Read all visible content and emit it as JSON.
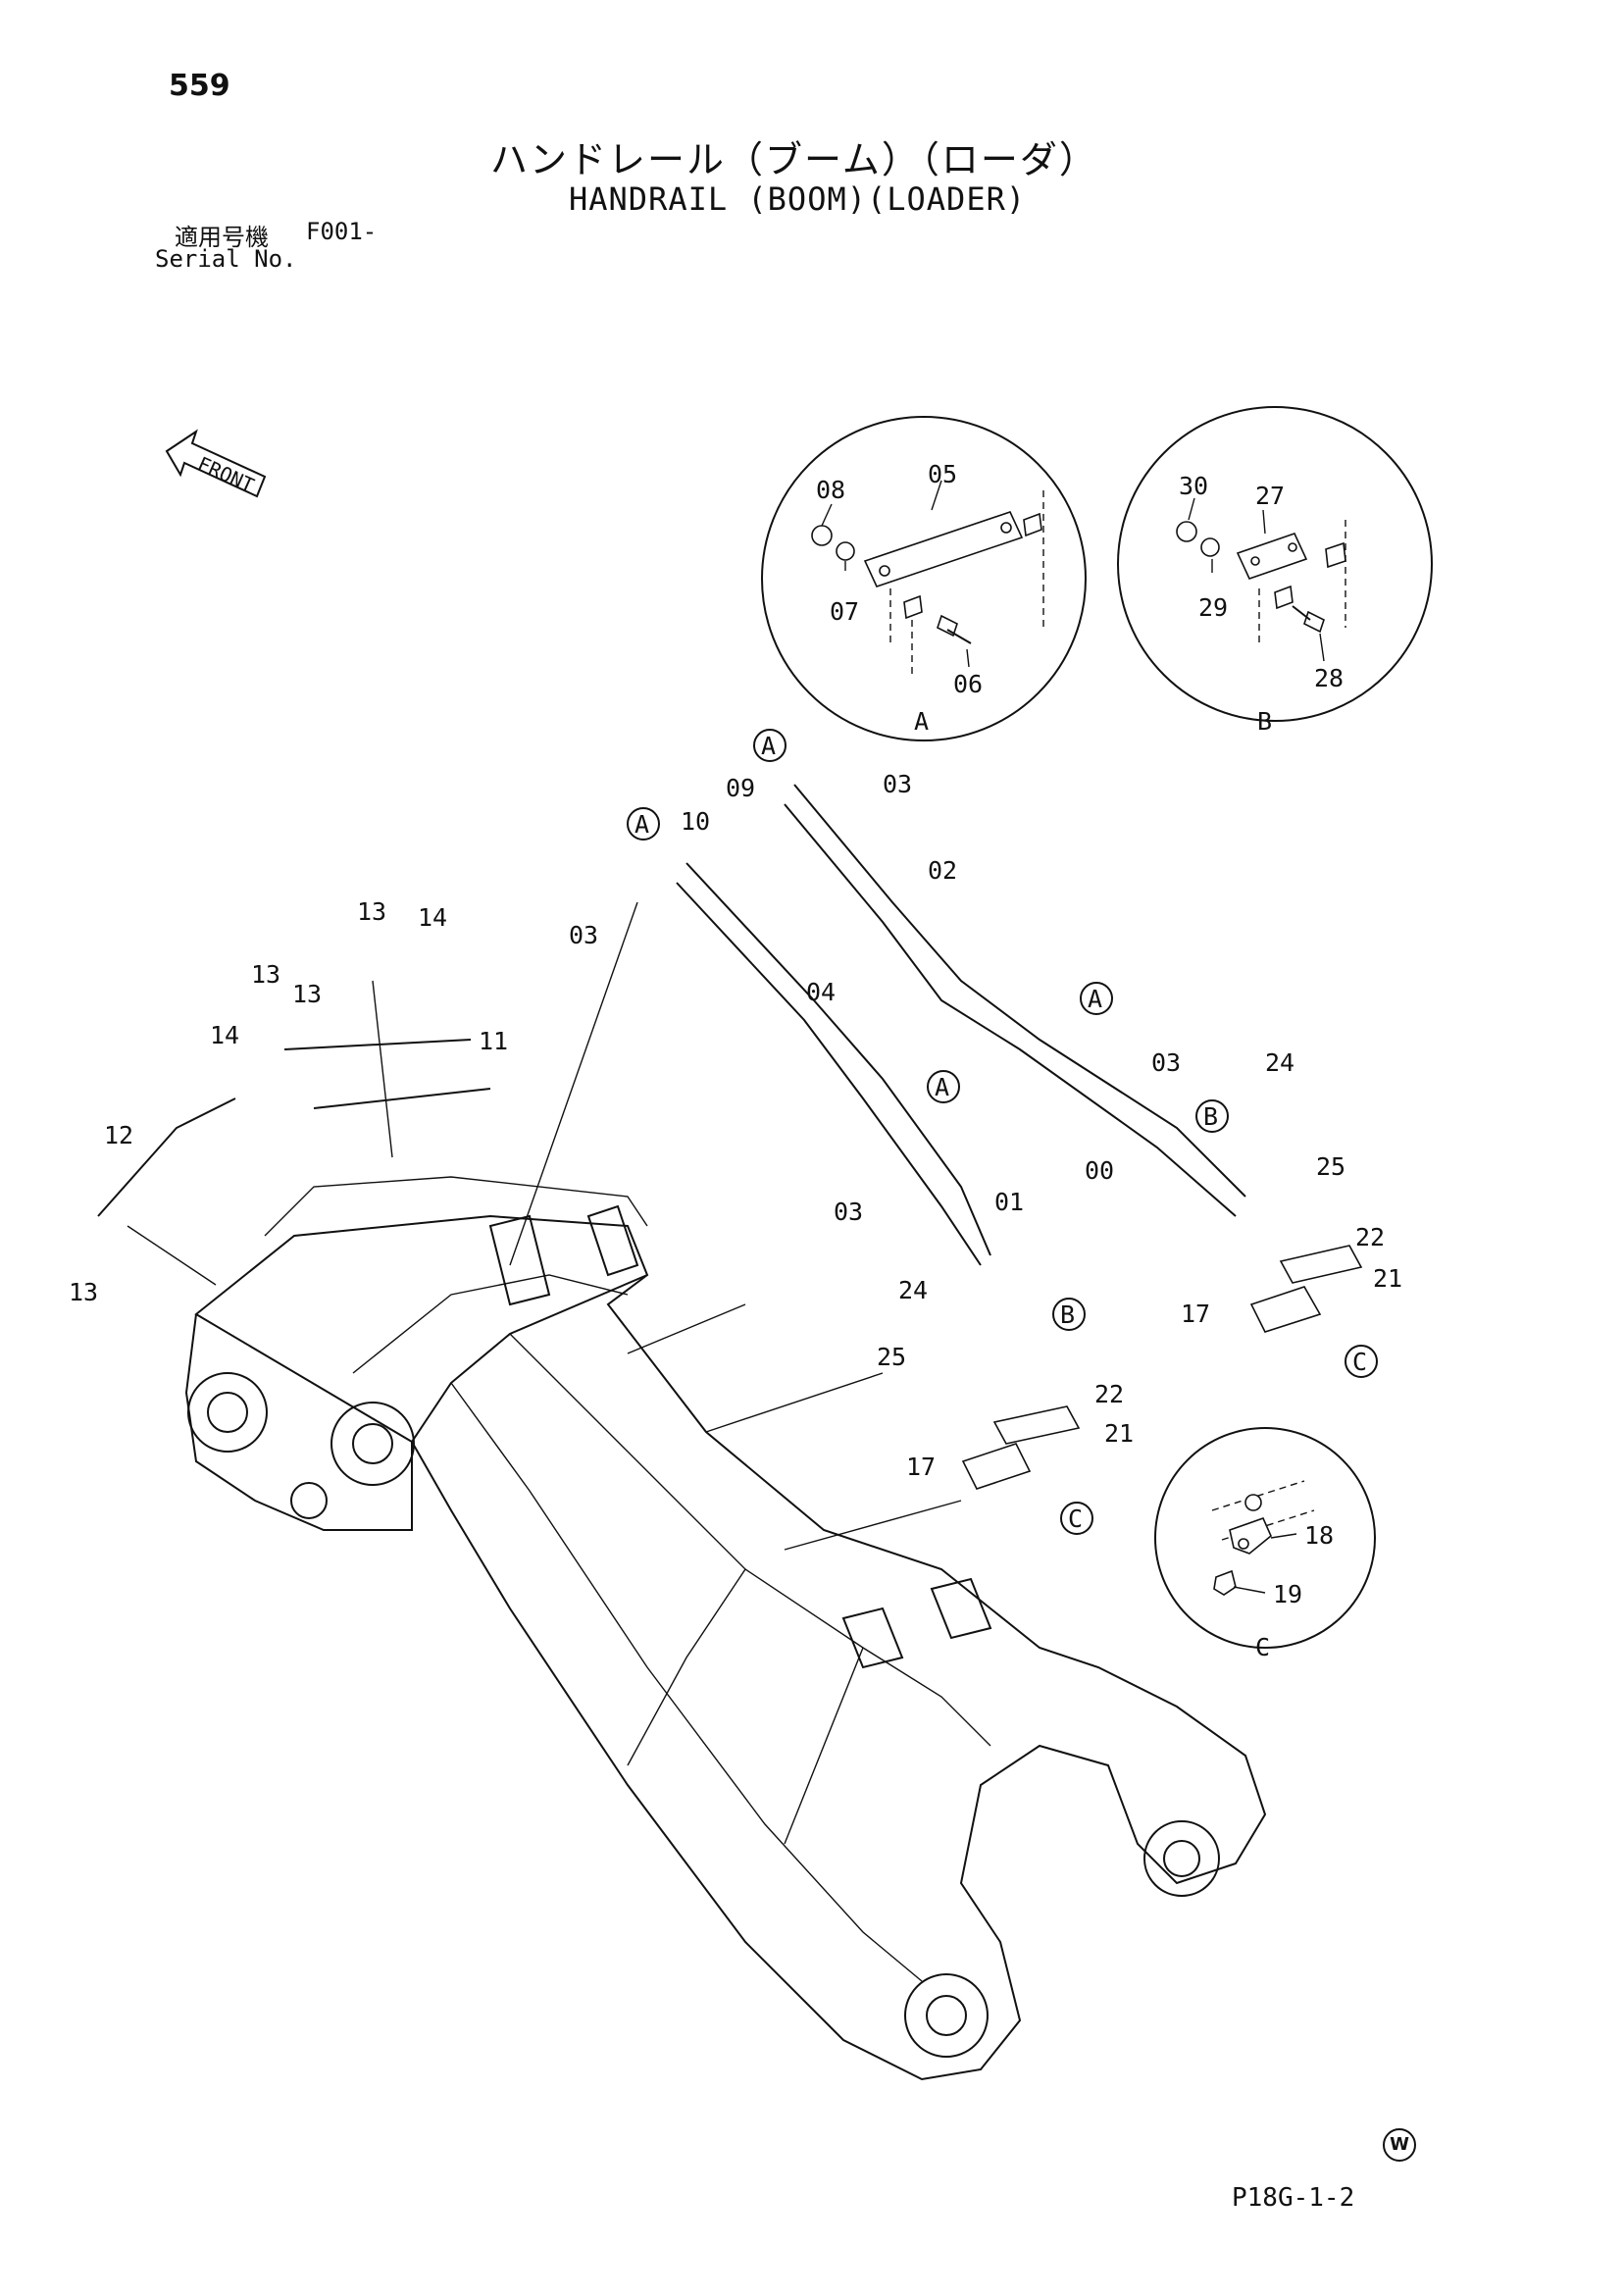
{
  "header": {
    "page_number": "559",
    "title_jp": "ハンドレール（ブーム）（ローダ）",
    "title_en": "HANDRAIL (BOOM)(LOADER)",
    "serial_label_jp": "適用号機",
    "serial_label_en": "Serial No.",
    "serial_value": "F001-"
  },
  "front_arrow_label": "FRONT",
  "detail_views": [
    "A",
    "B",
    "C"
  ],
  "callouts": {
    "detail_a": [
      "08",
      "05",
      "07",
      "06"
    ],
    "detail_b": [
      "30",
      "27",
      "29",
      "28"
    ],
    "detail_c": [
      "18",
      "19"
    ],
    "main": [
      "09",
      "03",
      "10",
      "02",
      "03",
      "04",
      "03",
      "00",
      "24",
      "25",
      "01",
      "03",
      "22",
      "21",
      "17",
      "24",
      "25",
      "22",
      "21",
      "17",
      "13",
      "14",
      "13",
      "13",
      "11",
      "14",
      "12",
      "13"
    ]
  },
  "ref_markers": {
    "a_markers": [
      "A",
      "A",
      "A",
      "A"
    ],
    "b_markers": [
      "B",
      "B"
    ],
    "c_markers": [
      "C",
      "C"
    ]
  },
  "footer": {
    "drawing_code": "P18G-1-2",
    "corner_mark": "W"
  }
}
